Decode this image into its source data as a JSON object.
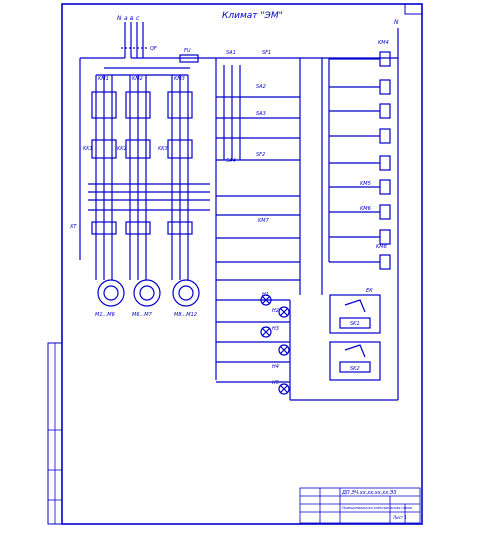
{
  "drawing": {
    "title": "Климат \"ЭМ\"",
    "line_color": "#0000cc",
    "labels": {
      "phase_a": "а",
      "phase_b": "в",
      "phase_c": "с",
      "phase_n": "N",
      "qf": "QF",
      "fu": "FU",
      "sa1": "SA1",
      "sa2": "SA2",
      "sa3": "SA3",
      "sa4": "SA4",
      "sf1": "SF1",
      "sf2": "SF2",
      "km1": "KM1",
      "km2": "KM2",
      "km3": "KM3",
      "km4": "KM4",
      "km5": "KM5",
      "km6": "KM6",
      "km7": "KM7",
      "km8": "KM8",
      "kk1": "KK1",
      "kk2": "KK2",
      "kk3": "KK3",
      "m1": "M1...M6",
      "m2": "M6...M7",
      "m3": "M8...M12",
      "h1": "H1",
      "h2": "H2",
      "h3": "H3",
      "h4": "H4",
      "h5": "H5",
      "sk1": "SK1",
      "sk2": "SK2",
      "ek": "ЕК",
      "right_n": "N",
      "xt": "ХТ"
    },
    "title_block": {
      "code": "ДП.ЭЧ.хх.хх.хх.хх.Э3",
      "desc": "Принципиальная электрическая схема",
      "sheet": "Лист 1"
    }
  }
}
